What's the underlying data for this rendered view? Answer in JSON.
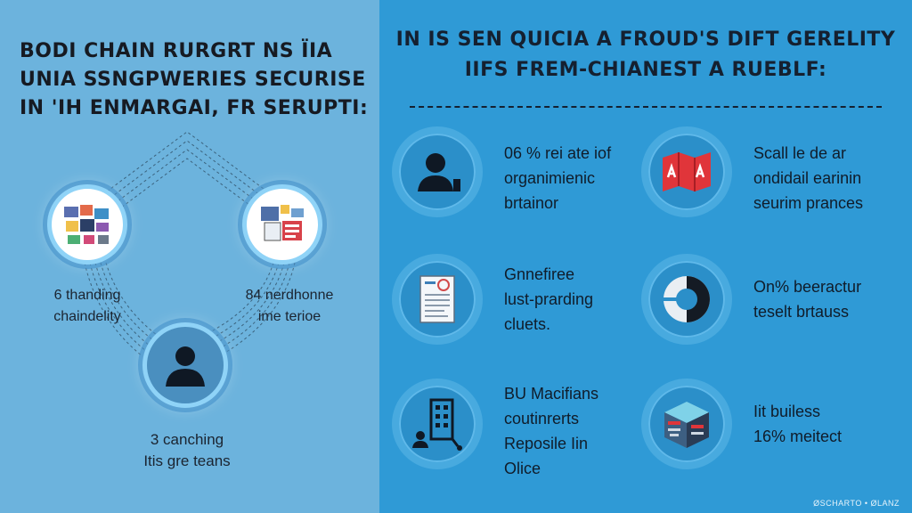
{
  "left": {
    "title_lines": [
      "BODI CHAIN RURGRT NS ÏIA",
      "UNIA SSNGPWERIES SECURISE",
      "IN 'IH ENMARGAI, FR SERUPTI:"
    ],
    "nodes": [
      {
        "label_lines": [
          "6 thanding",
          "chaindelity"
        ]
      },
      {
        "label_lines": [
          "84 nerdhonne",
          "ime terioe"
        ]
      },
      {
        "label_lines": [
          "3 canching",
          "Itis gre teans"
        ]
      }
    ]
  },
  "right": {
    "title_lines": [
      "IN IS SEN QUICIA A FROUD'S DIFT GERELITY",
      "IIFS FREM-CHIANEST A RUEBLF:"
    ],
    "items": [
      {
        "icon": "person-icon",
        "text_lines": [
          "06 % rei ate iof",
          "organimienic",
          "brtainor"
        ]
      },
      {
        "icon": "map-icon",
        "text_lines": [
          "Scall le de ar",
          "ondidail earinin",
          "seurim prances"
        ]
      },
      {
        "icon": "document-icon",
        "text_lines": [
          "Gnnefiree",
          "lust-prarding",
          "cluets."
        ]
      },
      {
        "icon": "pie-chart-icon",
        "text_lines": [
          "On% beeractur",
          "teselt brtauss"
        ]
      },
      {
        "icon": "building-user-icon",
        "text_lines": [
          "BU Macifians",
          "coutinrerts",
          "Reposile Iin",
          "Olice"
        ]
      },
      {
        "icon": "cube-network-icon",
        "text_lines": [
          "Iit builess",
          "16% meitect"
        ]
      }
    ]
  },
  "credit": "ØSCHARTO • ØLANZ",
  "colors": {
    "left_bg": "#6cb3dd",
    "right_bg": "#2f9ad6",
    "accent_red": "#e0353a",
    "text_dark": "#152030"
  }
}
